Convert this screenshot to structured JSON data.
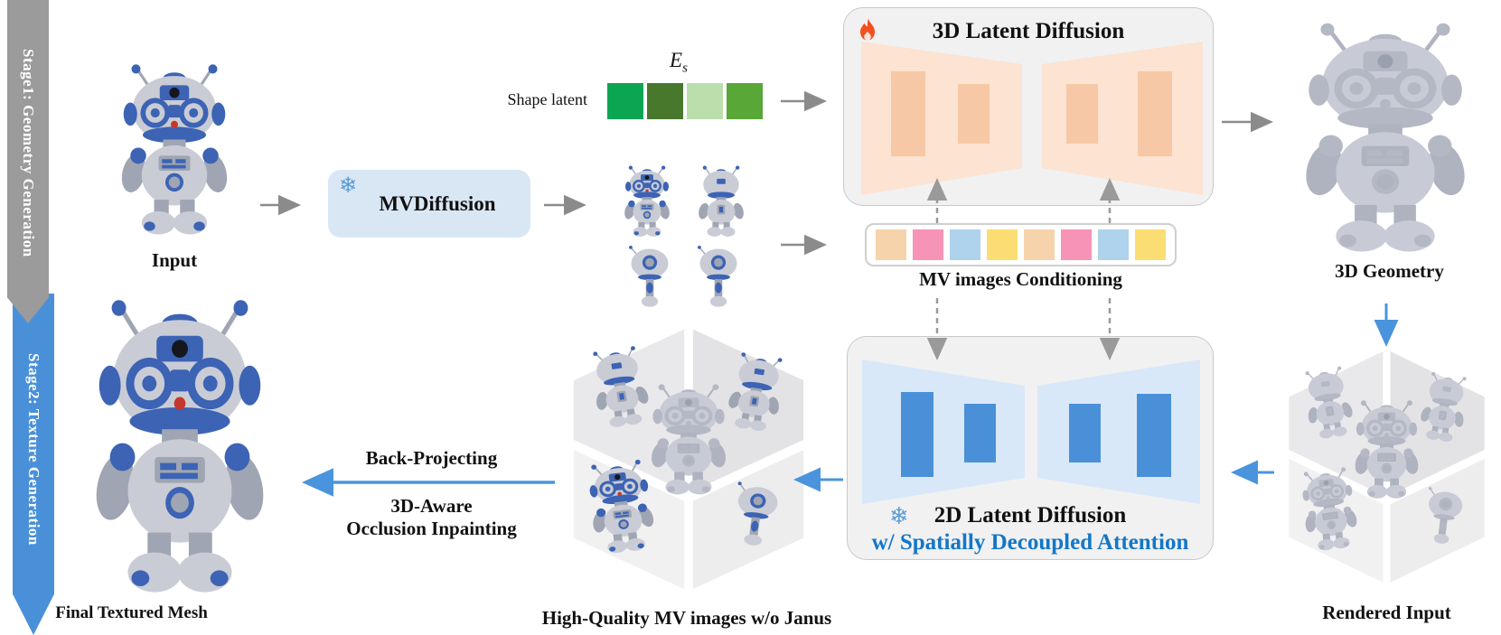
{
  "sidebar": {
    "stage1_label": "Stage1: Geometry Generation",
    "stage2_label": "Stage2: Texture Generation",
    "stage1_color": "#9b9b9b",
    "stage2_color": "#4a90d9"
  },
  "stage1": {
    "input_label": "Input",
    "mvdiffusion": {
      "label": "MVDiffusion",
      "box_color": "#d9e7f5",
      "frozen_icon": "snowflake"
    },
    "shape_latent": {
      "label": "Shape latent",
      "symbol_base": "E",
      "symbol_sub": "s",
      "token_colors": [
        "#0ca653",
        "#47782c",
        "#bbdfac",
        "#58a737"
      ]
    },
    "latent_diffusion_3d": {
      "title": "3D Latent Diffusion",
      "trainable_icon": "flame",
      "flame_color": "#f2501e",
      "trapezoid_color": "#fce3d2",
      "block_color": "#f6c8a6"
    },
    "conditioning": {
      "label": "MV images Conditioning",
      "token_colors": [
        "#f7d3ab",
        "#f893b8",
        "#afd2ed",
        "#fade74",
        "#f7d3ab",
        "#f893b8",
        "#afd2ed",
        "#fade74"
      ]
    },
    "geometry_label": "3D Geometry"
  },
  "stage2": {
    "rendered_input_label": "Rendered Input",
    "latent_diffusion_2d": {
      "title": "2D Latent Diffusion",
      "subtitle": "w/ Spatially Decoupled Attention",
      "subtitle_color": "#1377c8",
      "frozen_icon": "snowflake",
      "trapezoid_color": "#d9e8f8",
      "block_color": "#4a90d8"
    },
    "mv_output_label": "High-Quality MV images w/o Janus",
    "back_projecting_label": "Back-Projecting",
    "aware_label": "3D-Aware",
    "inpainting_label": "Occlusion Inpainting",
    "final_mesh_label": "Final Textured Mesh"
  },
  "icons": {
    "snowflake_glyph": "❄",
    "flame": "flame-shape"
  },
  "arrows": {
    "gray": "#8b8b8b",
    "blue": "#4a94dd",
    "dashed": "#9a9a9a"
  }
}
